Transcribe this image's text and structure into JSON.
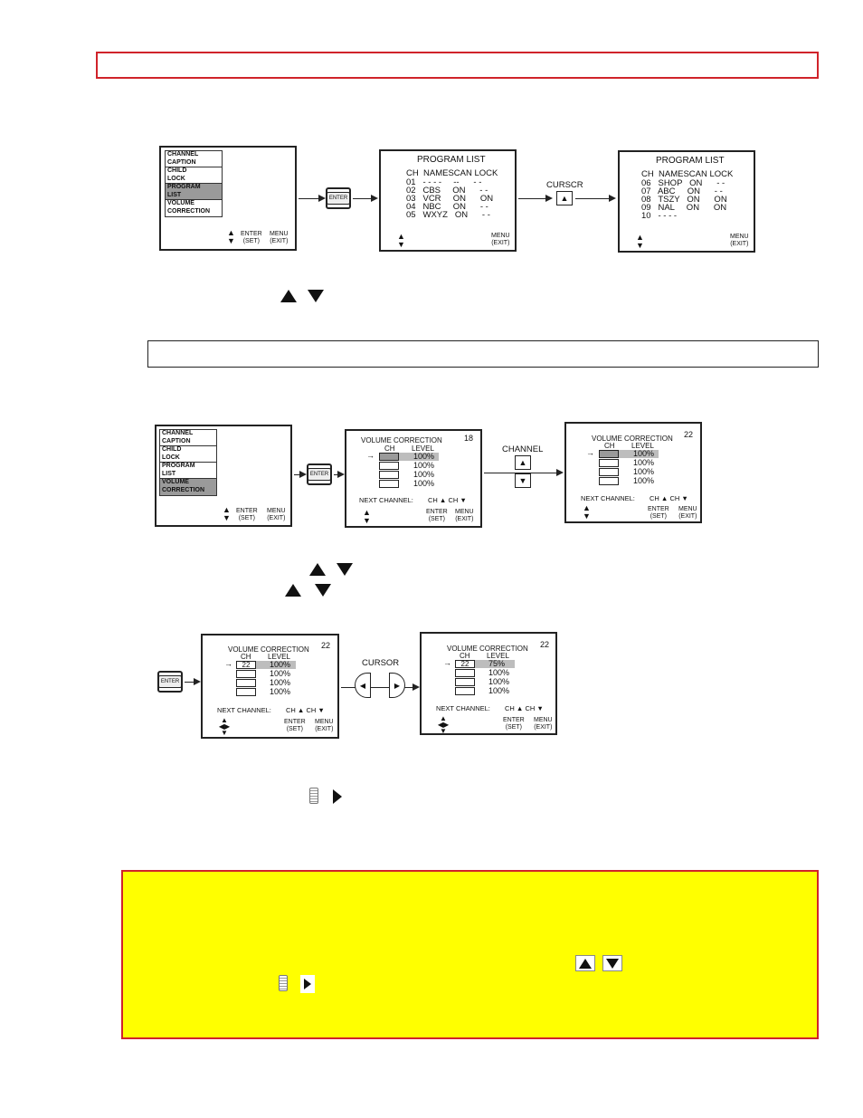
{
  "diagram1": {
    "menu": {
      "items": [
        "CHANNEL\nCAPTION",
        "CHILD\nLOCK",
        "PROGRAM\nLIST",
        "VOLUME\nCORRECTION"
      ],
      "enter_label": "ENTER\n(SET)",
      "menu_label": "MENU\n(EXIT)"
    },
    "enter_button": "ENTER",
    "list1": {
      "title": "PROGRAM LIST",
      "header": "CH  NAMESCAN LOCK",
      "rows": [
        "01   - - - -     --      - -",
        "02   CBS     ON      - -",
        "03   VCR     ON      ON",
        "04   NBC     ON      - -",
        "05   WXYZ   ON      - -"
      ],
      "menu_label": "MENU\n(EXIT)"
    },
    "cursor_label": "CURSCR",
    "list2": {
      "title": "PROGRAM LIST",
      "header": "CH  NAMESCAN LOCK",
      "rows": [
        "06   SHOP   ON      - -",
        "07   ABC     ON      - -",
        "08   TSZY   ON      ON",
        "09   NAL     ON      ON",
        "10   - - - -"
      ],
      "menu_label": "MENU\n(EXIT)"
    }
  },
  "diagram2": {
    "menu": {
      "items": [
        "CHANNEL\nCAPTION",
        "CHILD\nLOCK",
        "PROGRAM\nLIST",
        "VOLUME\nCORRECTION"
      ],
      "enter_label": "ENTER\n(SET)",
      "menu_label": "MENU\n(EXIT)"
    },
    "enter_button": "ENTER",
    "vc1": {
      "title": "VOLUME CORRECTION",
      "number": "18",
      "ch_header": "CH",
      "level_header": "LEVEL",
      "levels": [
        "100%",
        "100%",
        "100%",
        "100%"
      ],
      "next_channel": "NEXT CHANNEL:",
      "ch_up": "CH",
      "ch_down": "CH",
      "enter_label": "ENTER\n(SET)",
      "menu_label": "MENU\n(EXIT)"
    },
    "channel_label": "CHANNEL",
    "vc2": {
      "title": "VOLUME CORRECTION",
      "number": "22",
      "ch_header": "CH",
      "level_header": "LEVEL",
      "levels": [
        "100%",
        "100%",
        "100%",
        "100%"
      ],
      "next_channel": "NEXT CHANNEL:",
      "ch_up": "CH",
      "ch_down": "CH",
      "enter_label": "ENTER\n(SET)",
      "menu_label": "MENU\n(EXIT)"
    }
  },
  "diagram3": {
    "enter_button": "ENTER",
    "vc1": {
      "title": "VOLUME CORRECTION",
      "number": "22",
      "ch_header": "CH",
      "level_header": "LEVEL",
      "first_ch": "22",
      "levels": [
        "100%",
        "100%",
        "100%",
        "100%"
      ],
      "next_channel": "NEXT CHANNEL:",
      "ch_up": "CH",
      "ch_down": "CH",
      "enter_label": "ENTER\n(SET)",
      "menu_label": "MENU\n(EXIT)"
    },
    "cursor_label": "CURSOR",
    "vc2": {
      "title": "VOLUME CORRECTION",
      "number": "22",
      "ch_header": "CH",
      "level_header": "LEVEL",
      "first_ch": "22",
      "levels": [
        "75%",
        "100%",
        "100%",
        "100%"
      ],
      "next_channel": "NEXT CHANNEL:",
      "ch_up": "CH",
      "ch_down": "CH",
      "enter_label": "ENTER\n(SET)",
      "menu_label": "MENU\n(EXIT)"
    }
  },
  "icons": {
    "up": "up-triangle-icon",
    "down": "down-triangle-icon",
    "right": "right-triangle-icon",
    "joystick": "joystick-icon"
  },
  "colors": {
    "red_border": "#d0232a",
    "note_background": "#ffff00",
    "highlight": "#9a9a9a"
  }
}
